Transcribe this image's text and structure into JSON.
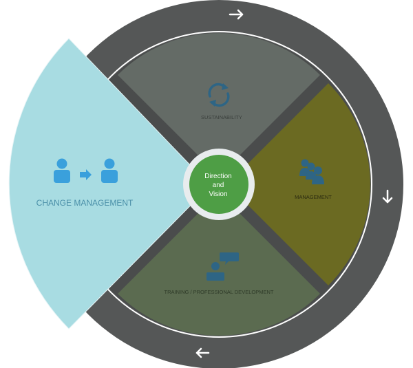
{
  "center": {
    "line1": "Direction",
    "line2": "and",
    "line3": "Vision"
  },
  "segments": {
    "sustainability": {
      "label": "SUSTAINABILITY",
      "color": "#646b66",
      "icon": "refresh-cycle-icon"
    },
    "management": {
      "label": "MANAGEMENT",
      "color": "#6b6a22",
      "icon": "group-people-icon"
    },
    "training": {
      "label": "TRAINING / PROFESSIONAL DEVELOPMENT",
      "color": "#5b6b50",
      "icon": "speaker-chat-icon"
    },
    "change": {
      "label": "CHANGE MANAGEMENT",
      "color": "#a8dce2",
      "icon": "person-to-person-icon"
    }
  },
  "colors": {
    "outer_ring": "#555757",
    "center_fill": "#4e9e45",
    "center_border": "#e8ecee",
    "accent_blue": "#3aa0dc",
    "icon_teal": "#2e6585"
  }
}
